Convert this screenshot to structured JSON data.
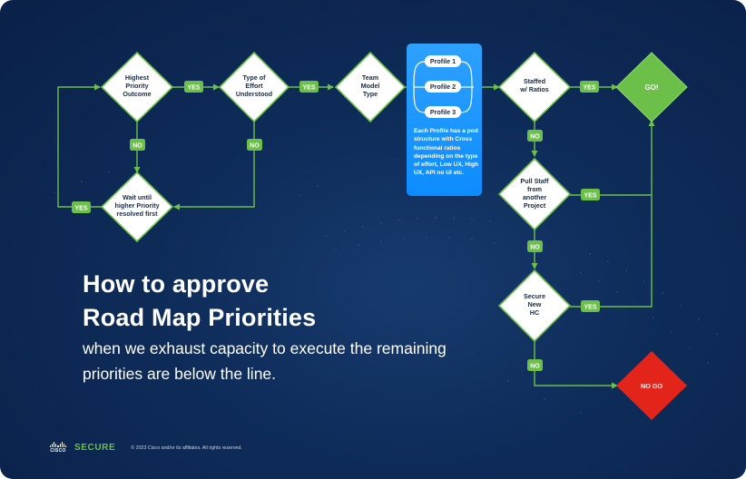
{
  "colors": {
    "background": "#0e2b58",
    "accent_green": "#6cc04a",
    "profile_blue": "#1a93ff",
    "no_go_red": "#e3241b",
    "diamond_fill": "#ffffff"
  },
  "flow": {
    "highest_priority": [
      "Highest",
      "Priority",
      "Outcome"
    ],
    "type_of_effort": [
      "Type of",
      "Effort",
      "Understood"
    ],
    "team_model": [
      "Team",
      "Model",
      "Type"
    ],
    "wait": [
      "Wait until",
      "higher Priority",
      "resolved first"
    ],
    "staffed": [
      "Staffed",
      "w/ Ratios"
    ],
    "pull_staff": [
      "Pull Staff",
      "from",
      "another",
      "Project"
    ],
    "secure_hc": [
      "Secure",
      "New",
      "HC"
    ],
    "go": "GO!",
    "no_go": "NO GO",
    "yes": "YES",
    "no": "NO",
    "profiles": [
      "Profile 1",
      "Profile 2",
      "Profile 3"
    ],
    "profile_note": "Each Profile has a pod structure with Cross functional ratios depending on the type of effort, Low UX, High UX, API no UI etc."
  },
  "heading": {
    "title_line1": "How to approve",
    "title_line2": "Road Map Priorities",
    "subtitle": "when we exhaust capacity to execute the remaining priorities are below the line."
  },
  "footer": {
    "logo_word": "CISCO",
    "brand": "SECURE",
    "copyright": "© 2023 Cisco and/or its affiliates. All rights reserved."
  }
}
